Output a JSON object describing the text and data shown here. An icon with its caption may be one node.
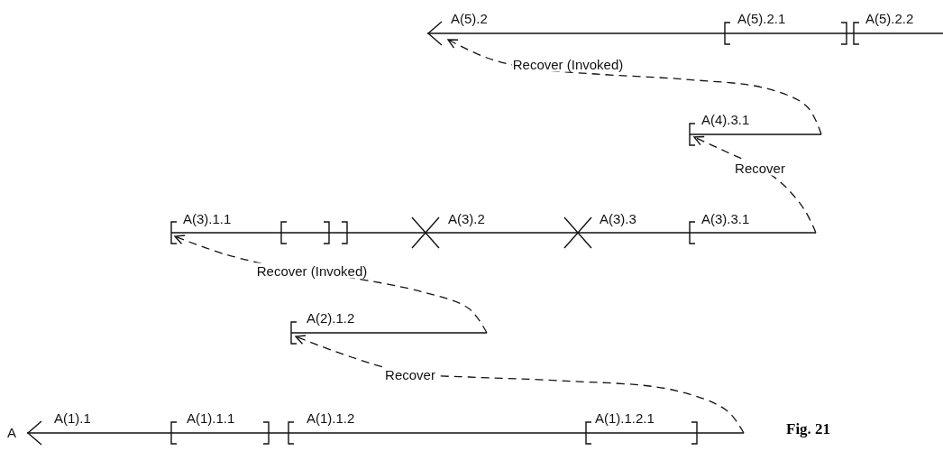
{
  "diagram": {
    "caption": "Fig. 21",
    "nodes": [
      {
        "text": [],
        "shape": "line"
      },
      {
        "text": [],
        "shape": "line"
      },
      {
        "text": [],
        "shape": "line"
      },
      {
        "text": [],
        "shape": "line"
      },
      {
        "text": [],
        "shape": "line"
      }
    ],
    "edges": [
      {
        "from": 1,
        "to": 0,
        "arrow": "to",
        "style": "dashed",
        "label": "Recover (Invoked)"
      },
      {
        "from": 2,
        "to": 1,
        "arrow": "to",
        "style": "dashed",
        "label": "Recover"
      },
      {
        "from": 3,
        "to": 2,
        "arrow": "to",
        "style": "dashed",
        "label": "Recover (Invoked)"
      },
      {
        "from": 4,
        "to": 3,
        "arrow": "to",
        "style": "dashed",
        "label": "Recover"
      }
    ],
    "labels": [
      "A(5).2",
      "A(5).2.1",
      "A(5).2.2",
      "A(4).3.1",
      "A(3).1.1",
      "A(3).2",
      "A(3).3",
      "A(3).3.1",
      "A(2).1.2",
      "A",
      "A(1).1",
      "A(1).1.1",
      "A(1).1.2",
      "A(1).1.2.1"
    ]
  }
}
